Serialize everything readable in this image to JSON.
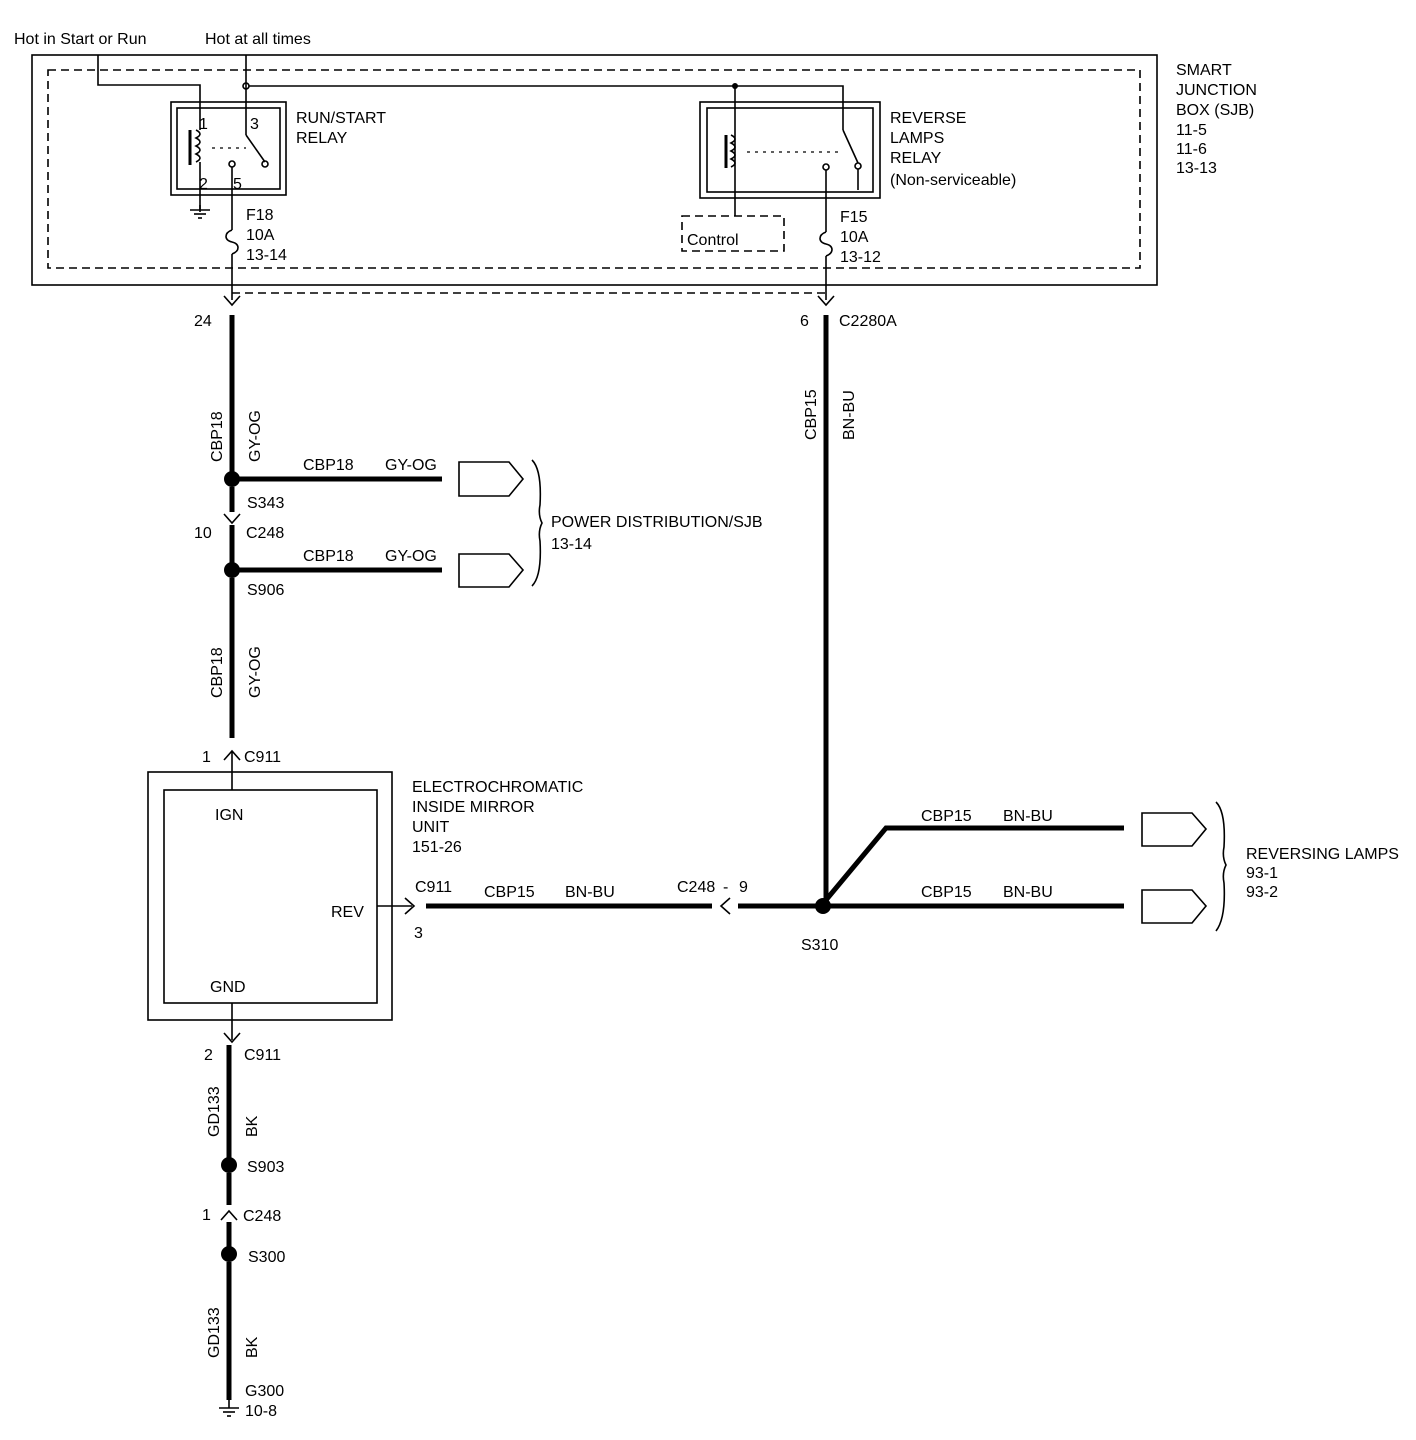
{
  "inputs": {
    "hot_in_start_or_run": "Hot in Start or Run",
    "hot_at_all_times": "Hot at all times"
  },
  "sjb": {
    "title_lines": [
      "SMART",
      "JUNCTION",
      "BOX (SJB)",
      "11-5",
      "11-6",
      "13-13"
    ],
    "run_start_relay": {
      "label_lines": [
        "RUN/START",
        "RELAY"
      ],
      "pins": [
        "1",
        "3",
        "2",
        "5"
      ]
    },
    "reverse_lamps_relay": {
      "label_lines": [
        "REVERSE",
        "LAMPS",
        "RELAY",
        "(Non-serviceable)"
      ]
    },
    "control_label": "Control",
    "fuse_f18": [
      "F18",
      "10A",
      "13-14"
    ],
    "fuse_f15": [
      "F15",
      "10A",
      "13-12"
    ]
  },
  "left_circuit": {
    "pin_24": "24",
    "wire_circuit": "CBP18",
    "wire_color": "GY-OG",
    "splice_s343": "S343",
    "c248_pin": "10",
    "c248": "C248",
    "splice_s906": "S906",
    "c911_pin": "1",
    "c911": "C911",
    "power_distribution": [
      "POWER DISTRIBUTION/SJB",
      "13-14"
    ]
  },
  "right_circuit": {
    "pin_6": "6",
    "c2280a": "C2280A",
    "wire_circuit": "CBP15",
    "wire_color": "BN-BU",
    "splice_s310": "S310",
    "c248_label": "C248",
    "c248_dash": "-",
    "c248_pin": "9",
    "reversing_lamps": [
      "REVERSING LAMPS",
      "93-1",
      "93-2"
    ]
  },
  "mirror_unit": {
    "label_lines": [
      "ELECTROCHROMATIC",
      "INSIDE MIRROR",
      "UNIT",
      "151-26"
    ],
    "ign": "IGN",
    "rev": "REV",
    "gnd": "GND",
    "rev_connector": "C911",
    "rev_pin": "3"
  },
  "ground_circuit": {
    "c911_pin": "2",
    "c911": "C911",
    "wire_circuit": "GD133",
    "wire_color": "BK",
    "splice_s903": "S903",
    "c248_pin": "1",
    "c248": "C248",
    "splice_s300": "S300",
    "ground": [
      "G300",
      "10-8"
    ]
  }
}
